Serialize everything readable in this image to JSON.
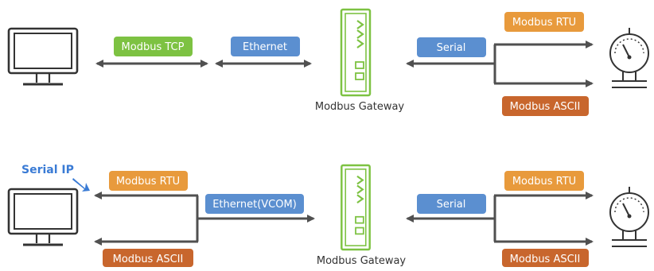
{
  "colors": {
    "green": "#7dc242",
    "blue": "#5b8fd0",
    "orange": "#e89a3c",
    "rust": "#c8662d",
    "arrow": "#505050",
    "outline": "#333333",
    "label_blue": "#3a7bd5"
  },
  "icons": [
    "computer-icon",
    "gateway-device-icon",
    "pressure-gauge-icon",
    "pointer-arrow-icon"
  ],
  "top_diagram": {
    "tags": {
      "modbus_tcp": "Modbus TCP",
      "ethernet": "Ethernet",
      "serial": "Serial",
      "modbus_rtu": "Modbus RTU",
      "modbus_ascii": "Modbus ASCII"
    },
    "gateway_label": "Modbus Gateway"
  },
  "bottom_diagram": {
    "callout": "Serial IP",
    "tags": {
      "modbus_rtu_left": "Modbus RTU",
      "ethernet_vcom": "Ethernet(VCOM)",
      "modbus_ascii_left": "Modbus ASCII",
      "serial": "Serial",
      "modbus_rtu_right": "Modbus RTU",
      "modbus_ascii_right": "Modbus ASCII"
    },
    "gateway_label": "Modbus Gateway"
  }
}
